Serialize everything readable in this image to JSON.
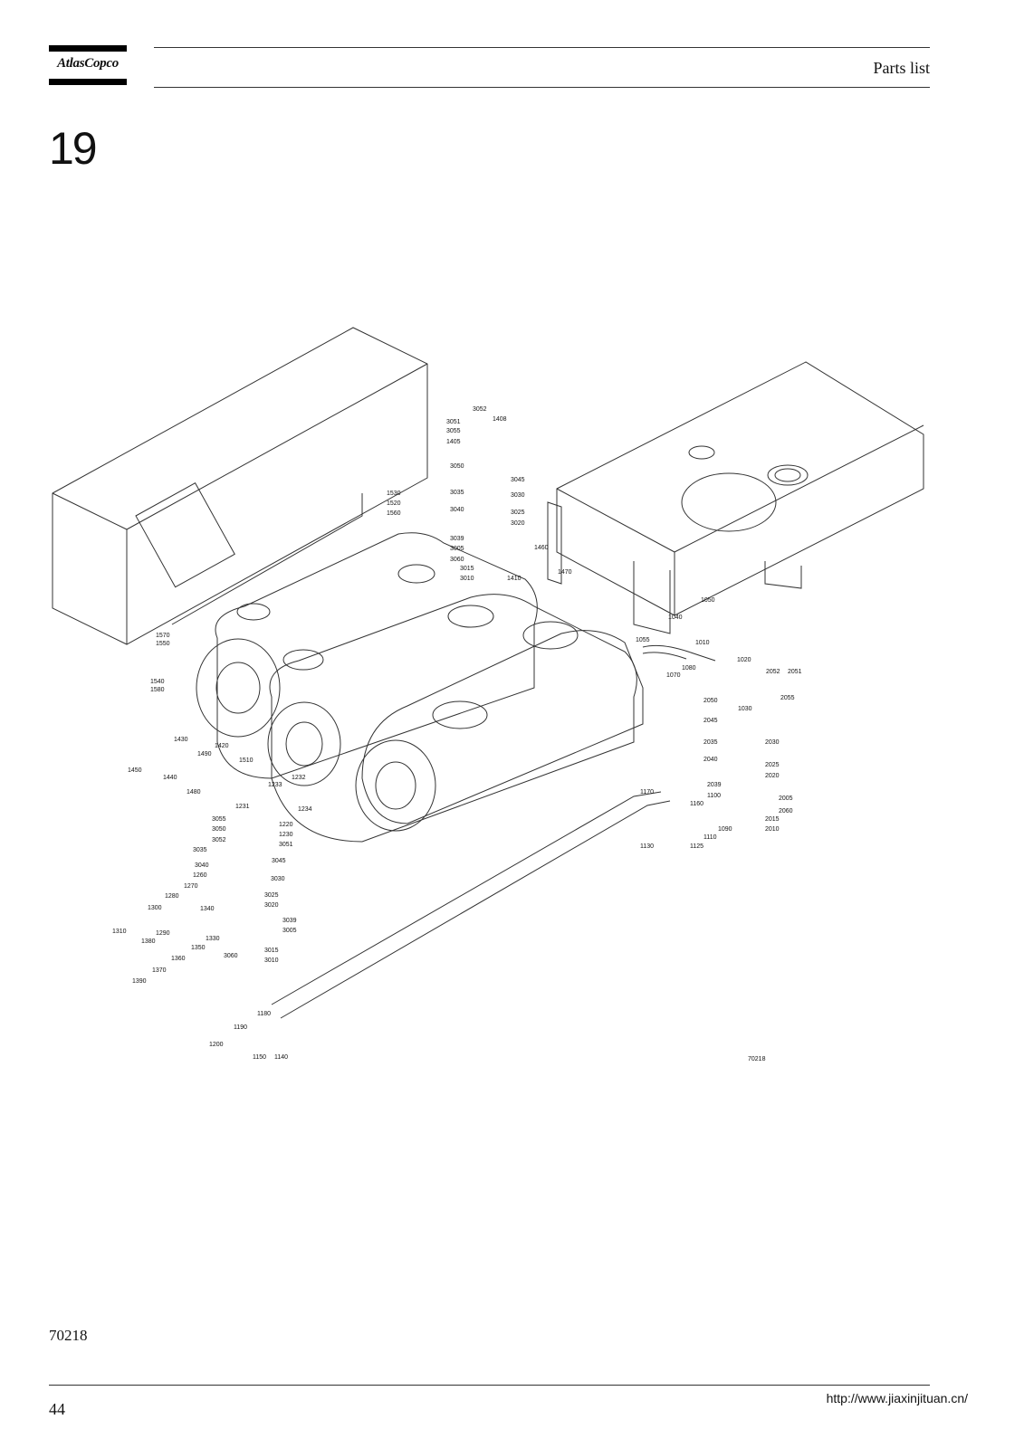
{
  "header": {
    "brand": "AtlasCopco",
    "title": "Parts list"
  },
  "chapter": {
    "number": "19"
  },
  "drawing": {
    "drawing_number": "70218",
    "callouts": [
      "3052",
      "3051",
      "3055",
      "1408",
      "1405",
      "3050",
      "3045",
      "3035",
      "3030",
      "3040",
      "3025",
      "3020",
      "3039",
      "3005",
      "3015",
      "3060",
      "3010",
      "1410",
      "1460",
      "1470",
      "1530",
      "1520",
      "1560",
      "1570",
      "1550",
      "1540",
      "1580",
      "1430",
      "1420",
      "1490",
      "1450",
      "1440",
      "1480",
      "1510",
      "1233",
      "1232",
      "1231",
      "1234",
      "3055",
      "1220",
      "3050",
      "1230",
      "3052",
      "3051",
      "3035",
      "3045",
      "3040",
      "1260",
      "3030",
      "1270",
      "3025",
      "1280",
      "3020",
      "1300",
      "1340",
      "3039",
      "1310",
      "1290",
      "3005",
      "1380",
      "1350",
      "1330",
      "1360",
      "3060",
      "3015",
      "1370",
      "3010",
      "1390",
      "1050",
      "1040",
      "1055",
      "1010",
      "1080",
      "1070",
      "1020",
      "2052",
      "2051",
      "2050",
      "2055",
      "1030",
      "2045",
      "2035",
      "2030",
      "2040",
      "2025",
      "2020",
      "2039",
      "1170",
      "1100",
      "1160",
      "2005",
      "2060",
      "2015",
      "1090",
      "2010",
      "1110",
      "1130",
      "1125",
      "1180",
      "1190",
      "1200",
      "1150",
      "1140",
      "70218"
    ]
  },
  "footer": {
    "figure_ref": "70218",
    "page_number": "44",
    "url": "http://www.jiaxinjituan.cn/"
  }
}
